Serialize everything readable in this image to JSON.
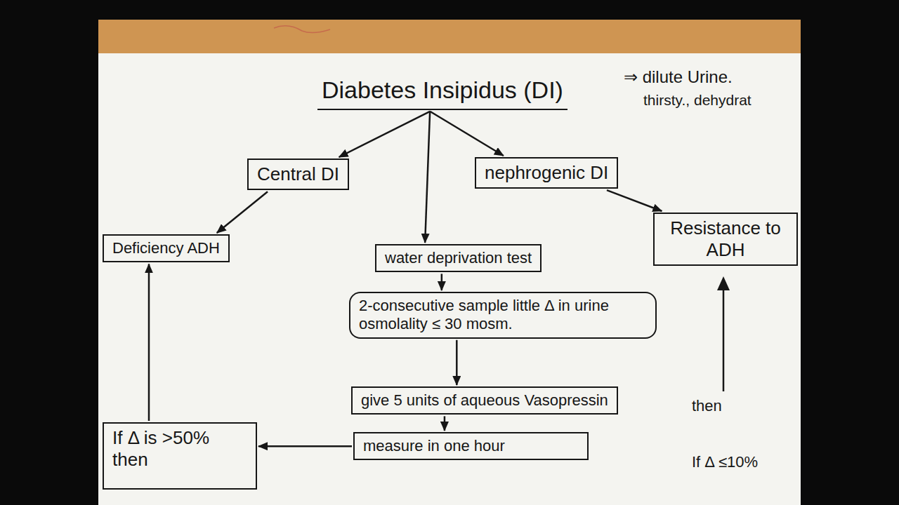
{
  "diagram": {
    "nodes": [
      {
        "text": [
          "Diabetes Insipidus (DI)"
        ]
      },
      {
        "text": [
          "Central DI"
        ]
      },
      {
        "text": [
          "nephrogenic DI"
        ]
      },
      {
        "text": [
          "Deficiency ADH"
        ]
      },
      {
        "text": [
          "water deprivation test"
        ]
      },
      {
        "text": [
          "Resistance to ADH"
        ]
      },
      {
        "text": [
          "2-consecutive sample little Δ in urine osmolality ≤ 30 mosm."
        ]
      },
      {
        "text": [
          "give 5 units of aqueous Vasopressin"
        ]
      },
      {
        "text": [
          "measure in one hour"
        ]
      },
      {
        "text": [
          "If Δ is >50% then"
        ]
      }
    ],
    "edges": [
      {
        "from": 0,
        "to": 1,
        "arrow": "to"
      },
      {
        "from": 0,
        "to": 4,
        "arrow": "to"
      },
      {
        "from": 0,
        "to": 2,
        "arrow": "to"
      },
      {
        "from": 1,
        "to": 3,
        "arrow": "to"
      },
      {
        "from": 2,
        "to": 5,
        "arrow": "to"
      },
      {
        "from": 4,
        "to": 6,
        "arrow": "to"
      },
      {
        "from": 6,
        "to": 7,
        "arrow": "to"
      },
      {
        "from": 7,
        "to": 8,
        "arrow": "to"
      },
      {
        "from": 8,
        "to": 9,
        "arrow": "to"
      },
      {
        "from": 9,
        "to": 3,
        "arrow": "to"
      }
    ],
    "labels": [
      "⇒ dilute Urine.",
      "thirsty., dehydrat",
      "then",
      "If Δ ≤10%"
    ]
  }
}
